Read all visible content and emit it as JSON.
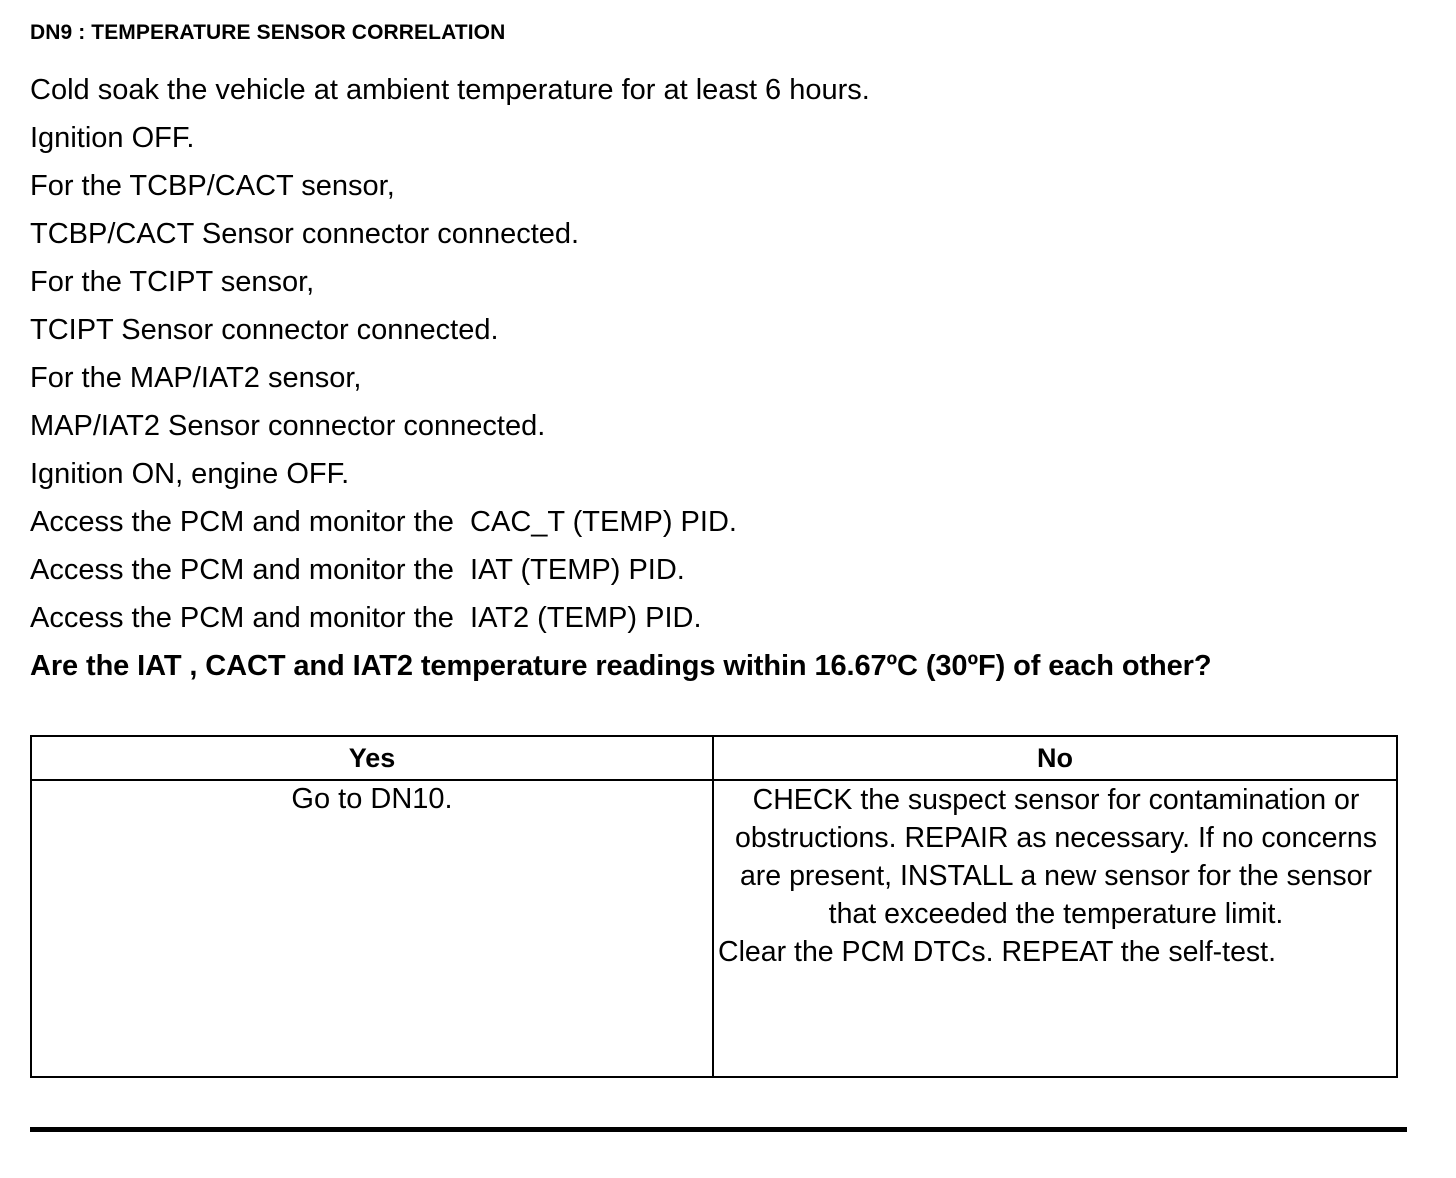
{
  "document": {
    "title": "DN9 : TEMPERATURE SENSOR CORRELATION",
    "steps": [
      "Cold soak the vehicle at ambient temperature for at least 6 hours.",
      "Ignition OFF.",
      "For the TCBP/CACT sensor,",
      "TCBP/CACT Sensor connector connected.",
      "For the TCIPT sensor,",
      "TCIPT Sensor connector connected.",
      "For the MAP/IAT2 sensor,",
      "MAP/IAT2 Sensor connector connected.",
      "Ignition ON, engine OFF.",
      "Access the PCM and monitor the  CAC_T (TEMP) PID.",
      "Access the PCM and monitor the  IAT (TEMP) PID.",
      "Access the PCM and monitor the  IAT2 (TEMP) PID."
    ],
    "question": "Are the IAT , CACT and IAT2 temperature readings within 16.67ºC (30ºF) of each other?"
  },
  "decision_table": {
    "headers": {
      "yes": "Yes",
      "no": "No"
    },
    "yes_cell": "Go to DN10.",
    "no_cell": {
      "paragraph": "CHECK the suspect sensor for contamination or obstructions. REPAIR as necessary. If no concerns are present, INSTALL a new sensor for the sensor that exceeded the temperature limit.",
      "last_line": "Clear the PCM DTCs. REPEAT the self-test."
    }
  },
  "colors": {
    "text": "#000000",
    "background": "#ffffff",
    "rule": "#000000"
  }
}
